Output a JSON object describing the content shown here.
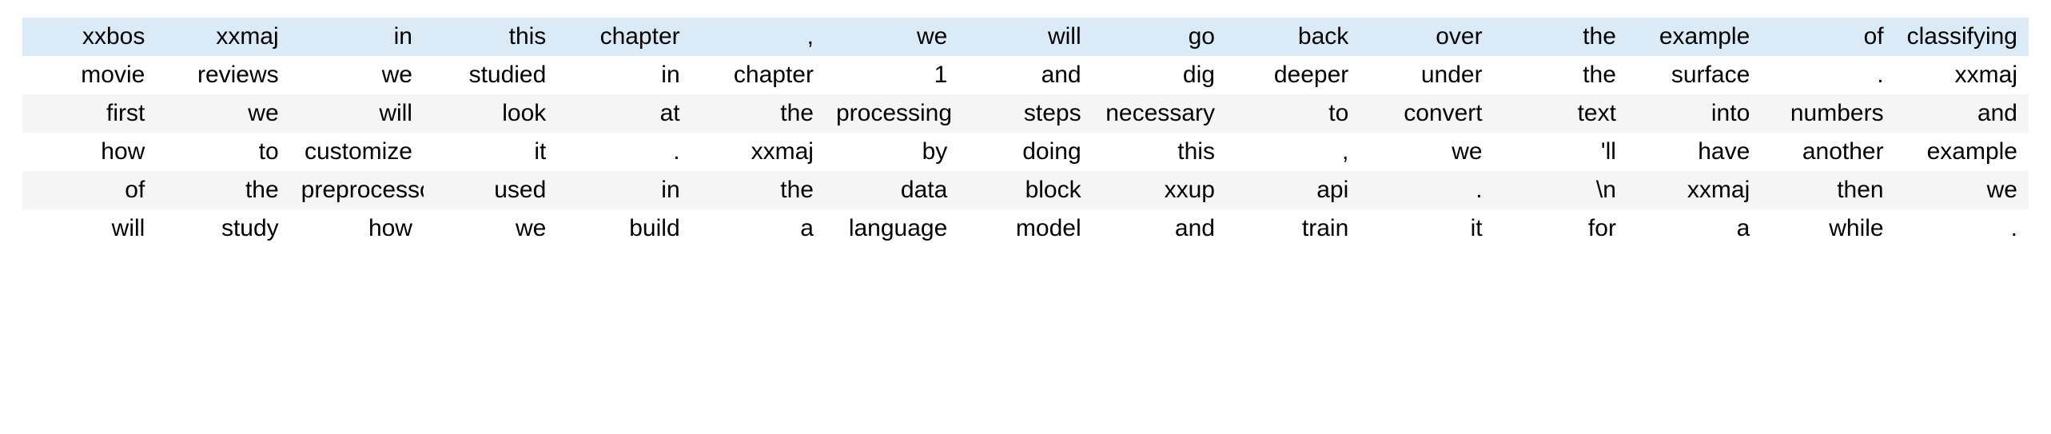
{
  "table": {
    "kind": "dataframe-token-table",
    "row_count": 6,
    "column_count": 16,
    "highlight_row_index": 0,
    "colors": {
      "highlight_row_background": "#daeaf7",
      "stripe_row_background": "#f5f5f5",
      "plain_row_background": "#ffffff",
      "text": "#000000",
      "page_background": "#ffffff"
    },
    "rows": [
      {
        "name": "row-1",
        "highlighted": true,
        "cells": [
          "xxbos",
          "xxmaj",
          "in",
          "this",
          "chapter",
          ",",
          "we",
          "will",
          "go",
          "back",
          "over",
          "the",
          "example",
          "of",
          "classifying",
          ""
        ]
      },
      {
        "name": "row-2",
        "highlighted": false,
        "cells": [
          "movie",
          "reviews",
          "we",
          "studied",
          "in",
          "chapter",
          "1",
          "and",
          "dig",
          "deeper",
          "under",
          "the",
          "surface",
          ".",
          "xxmaj",
          ""
        ]
      },
      {
        "name": "row-3",
        "highlighted": false,
        "cells": [
          "first",
          "we",
          "will",
          "look",
          "at",
          "the",
          "processing",
          "steps",
          "necessary",
          "to",
          "convert",
          "text",
          "into",
          "numbers",
          "and",
          ""
        ]
      },
      {
        "name": "row-4",
        "highlighted": false,
        "cells": [
          "how",
          "to",
          "customize",
          "it",
          ".",
          "xxmaj",
          "by",
          "doing",
          "this",
          ",",
          "we",
          "'ll",
          "have",
          "another",
          "example",
          ""
        ]
      },
      {
        "name": "row-5",
        "highlighted": false,
        "cells": [
          "of",
          "the",
          "preprocessor",
          "used",
          "in",
          "the",
          "data",
          "block",
          "xxup",
          "api",
          ".",
          "\\n",
          "xxmaj",
          "then",
          "we",
          ""
        ]
      },
      {
        "name": "row-6",
        "highlighted": false,
        "cells": [
          "will",
          "study",
          "how",
          "we",
          "build",
          "a",
          "language",
          "model",
          "and",
          "train",
          "it",
          "for",
          "a",
          "while",
          ".",
          ""
        ]
      }
    ]
  }
}
